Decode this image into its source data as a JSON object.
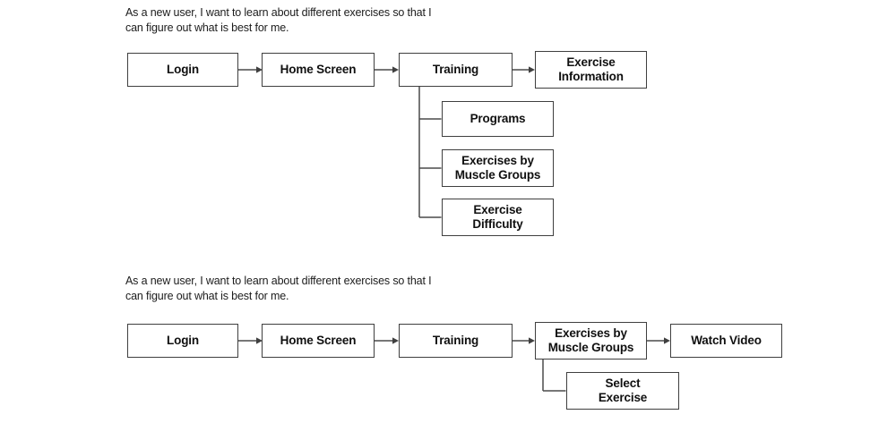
{
  "colors": {
    "background": "#ffffff",
    "box_fill": "#ffffff",
    "box_border": "#3f3f3f",
    "label_text": "#101010",
    "connector_line": "#4a4a4a"
  },
  "diagram_top": {
    "user_story": "As a new user, I want to learn about different exercises so that I\ncan figure out what is best for me.",
    "nodes": {
      "login": "Login",
      "home_screen": "Home Screen",
      "training": "Training",
      "exercise_information": "Exercise\nInformation",
      "programs": "Programs",
      "exercises_by_muscle_groups": "Exercises by\nMuscle Groups",
      "exercise_difficulty": "Exercise\nDifficulty"
    }
  },
  "diagram_bottom": {
    "user_story": "As a new user, I want to learn about different exercises so that I\ncan figure out what is best for me.",
    "nodes": {
      "login": "Login",
      "home_screen": "Home Screen",
      "training": "Training",
      "exercises_by_muscle_groups": "Exercises by\nMuscle Groups",
      "watch_video": "Watch Video",
      "select_exercise": "Select\nExercise"
    }
  }
}
